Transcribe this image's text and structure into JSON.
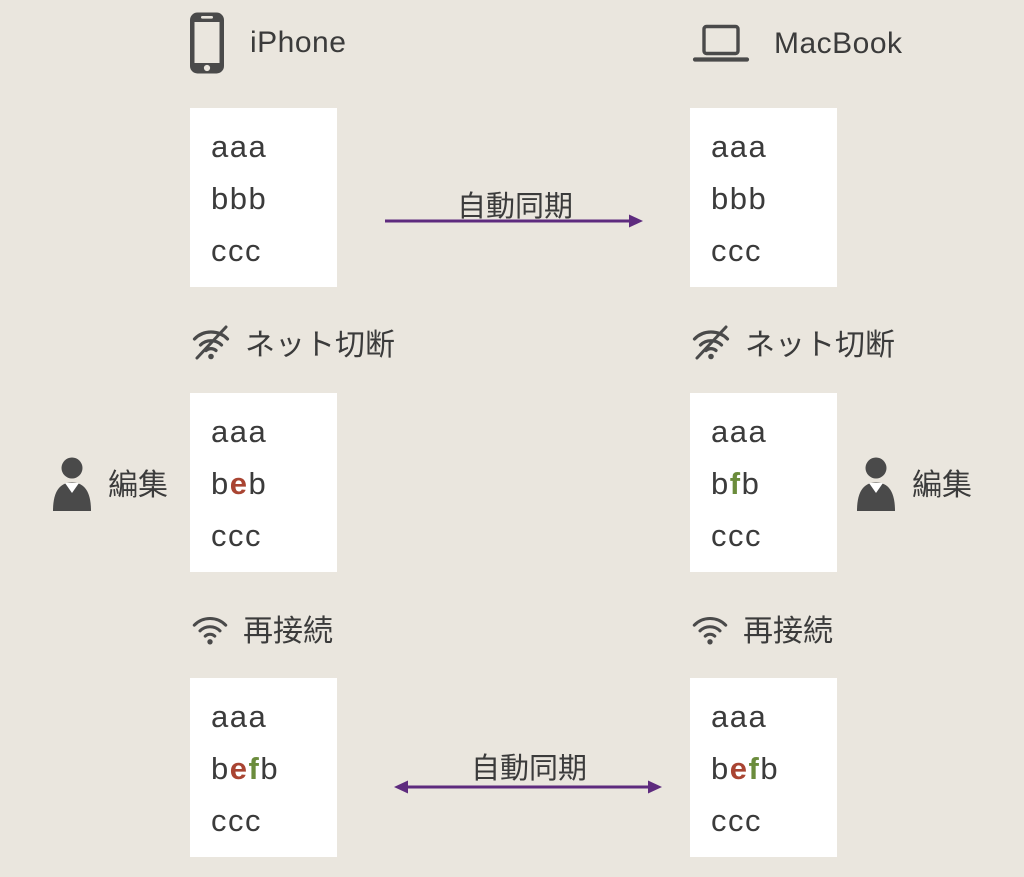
{
  "palette": {
    "background": "#eae6de",
    "box": "#ffffff",
    "text": "#3b3b3b",
    "icon": "#4a4a4a",
    "arrow": "#5e2b7e",
    "red": "#a94432",
    "green": "#6b8c3c"
  },
  "header": {
    "iphone_label": "iPhone",
    "macbook_label": "MacBook"
  },
  "labels": {
    "auto_sync_top": "自動同期",
    "auto_sync_bottom": "自動同期",
    "net_disconnect_left": "ネット切断",
    "net_disconnect_right": "ネット切断",
    "reconnect_left": "再接続",
    "reconnect_right": "再接続",
    "edit_left": "編集",
    "edit_right": "編集"
  },
  "boxes": {
    "iphone_before": [
      [
        {
          "t": "aaa"
        }
      ],
      [
        {
          "t": "bbb"
        }
      ],
      [
        {
          "t": "ccc"
        }
      ]
    ],
    "macbook_before": [
      [
        {
          "t": "aaa"
        }
      ],
      [
        {
          "t": "bbb"
        }
      ],
      [
        {
          "t": "ccc"
        }
      ]
    ],
    "iphone_edited": [
      [
        {
          "t": "aaa"
        }
      ],
      [
        {
          "t": "b"
        },
        {
          "t": "e",
          "c": "red"
        },
        {
          "t": "b"
        }
      ],
      [
        {
          "t": "ccc"
        }
      ]
    ],
    "macbook_edited": [
      [
        {
          "t": "aaa"
        }
      ],
      [
        {
          "t": "b"
        },
        {
          "t": "f",
          "c": "green"
        },
        {
          "t": "b"
        }
      ],
      [
        {
          "t": "ccc"
        }
      ]
    ],
    "iphone_merged": [
      [
        {
          "t": "aaa"
        }
      ],
      [
        {
          "t": "b"
        },
        {
          "t": "e",
          "c": "red"
        },
        {
          "t": "f",
          "c": "green"
        },
        {
          "t": "b"
        }
      ],
      [
        {
          "t": "ccc"
        }
      ]
    ],
    "macbook_merged": [
      [
        {
          "t": "aaa"
        }
      ],
      [
        {
          "t": "b"
        },
        {
          "t": "e",
          "c": "red"
        },
        {
          "t": "f",
          "c": "green"
        },
        {
          "t": "b"
        }
      ],
      [
        {
          "t": "ccc"
        }
      ]
    ]
  }
}
